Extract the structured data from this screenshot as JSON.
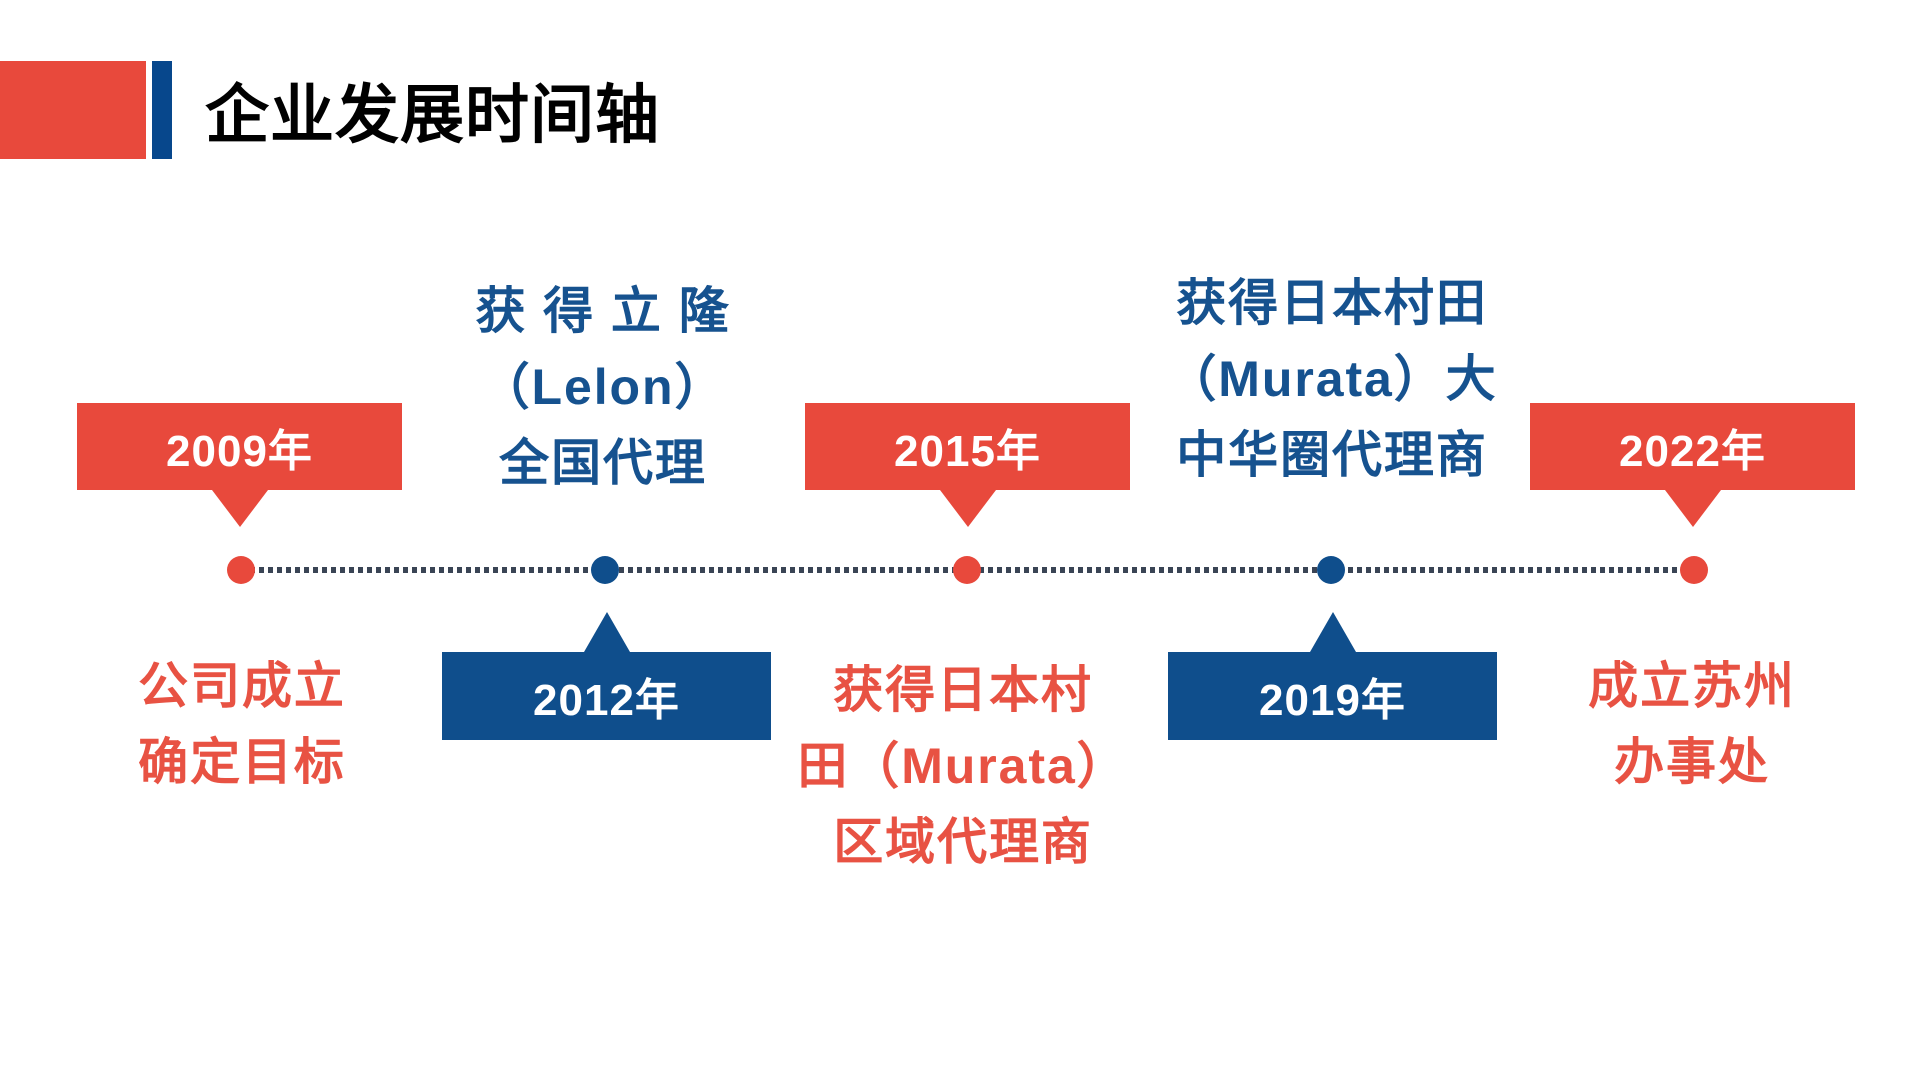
{
  "slide": {
    "title": "企业发展时间轴"
  },
  "colors": {
    "background": "#FFFFFF",
    "red": "#E8493C",
    "blue": "#0F4E8C",
    "header_bar_blue": "#07478C",
    "script_red": "#E85243",
    "script_blue": "#16528F",
    "dotted_line": "#3A4455",
    "year_text": "#FFFFFF",
    "title_text": "#000000"
  },
  "timeline": {
    "events": [
      {
        "year": "2009年",
        "theme": "red",
        "year_position": "above-line",
        "description": [
          "公司成立",
          "确定目标"
        ]
      },
      {
        "year": "2012年",
        "theme": "blue",
        "year_position": "below-line",
        "description": [
          "获 得 立 隆",
          "（Lelon）",
          "全国代理"
        ]
      },
      {
        "year": "2015年",
        "theme": "red",
        "year_position": "above-line",
        "description": [
          "获得日本村",
          "田（Murata）",
          "区域代理商"
        ]
      },
      {
        "year": "2019年",
        "theme": "blue",
        "year_position": "below-line",
        "description": [
          "获得日本村田",
          "（Murata）大",
          "中华圈代理商"
        ]
      },
      {
        "year": "2022年",
        "theme": "red",
        "year_position": "above-line",
        "description": [
          "成立苏州",
          "办事处"
        ]
      }
    ]
  }
}
